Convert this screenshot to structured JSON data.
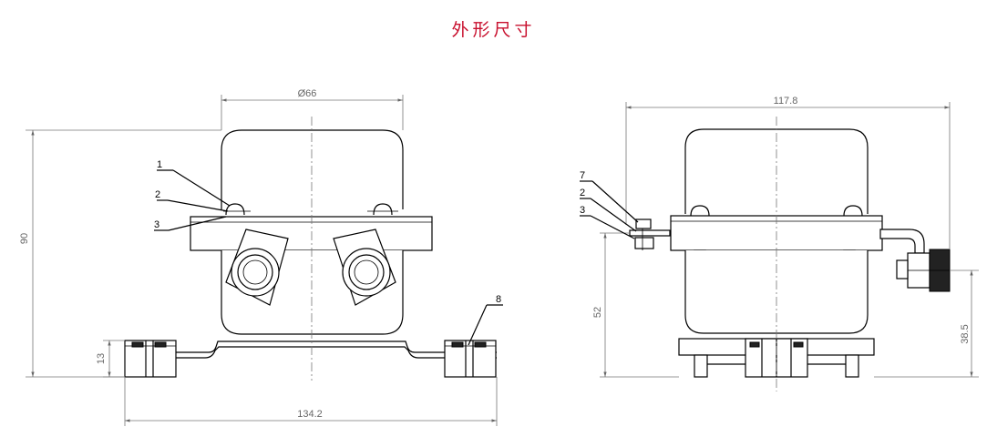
{
  "title": "外形尺寸",
  "dimensions": {
    "diameter": "Ø66",
    "overall_height": "90",
    "foot_height": "13",
    "base_width": "134.2",
    "side_width": "117.8",
    "side_height": "52",
    "terminal_height": "38.5"
  },
  "callouts": {
    "front": [
      "1",
      "2",
      "3",
      "8"
    ],
    "side": [
      "7",
      "2",
      "3"
    ]
  }
}
